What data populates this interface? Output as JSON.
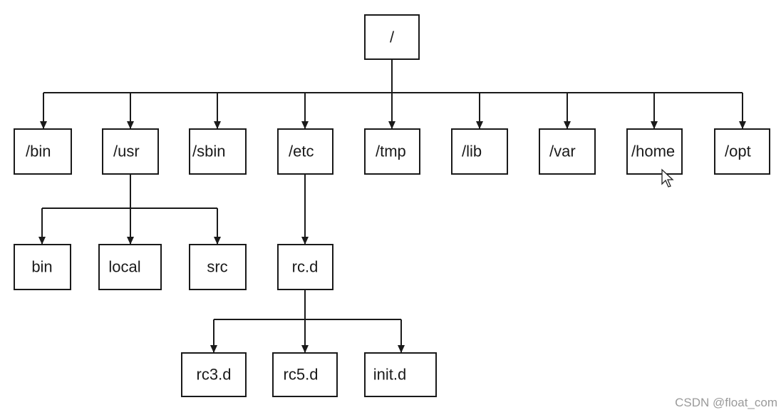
{
  "diagram": {
    "nodes": {
      "root": {
        "label": "/"
      },
      "bin": {
        "label": "/bin"
      },
      "usr": {
        "label": "/usr"
      },
      "sbin": {
        "label": "/sbin"
      },
      "etc": {
        "label": "/etc"
      },
      "tmp": {
        "label": "/tmp"
      },
      "lib": {
        "label": "/lib"
      },
      "var": {
        "label": "/var"
      },
      "home": {
        "label": "/home"
      },
      "opt": {
        "label": "/opt"
      },
      "usr_bin": {
        "label": "bin"
      },
      "usr_local": {
        "label": "local"
      },
      "usr_src": {
        "label": "src"
      },
      "rcd": {
        "label": "rc.d"
      },
      "rc3d": {
        "label": "rc3.d"
      },
      "rc5d": {
        "label": "rc5.d"
      },
      "initd": {
        "label": "init.d"
      }
    },
    "edges": [
      [
        "root",
        "bin"
      ],
      [
        "root",
        "usr"
      ],
      [
        "root",
        "sbin"
      ],
      [
        "root",
        "etc"
      ],
      [
        "root",
        "tmp"
      ],
      [
        "root",
        "lib"
      ],
      [
        "root",
        "var"
      ],
      [
        "root",
        "home"
      ],
      [
        "root",
        "opt"
      ],
      [
        "usr",
        "usr_bin"
      ],
      [
        "usr",
        "usr_local"
      ],
      [
        "usr",
        "usr_src"
      ],
      [
        "etc",
        "rcd"
      ],
      [
        "rcd",
        "rc3d"
      ],
      [
        "rcd",
        "rc5d"
      ],
      [
        "rcd",
        "initd"
      ]
    ]
  },
  "watermark": "CSDN @float_com"
}
